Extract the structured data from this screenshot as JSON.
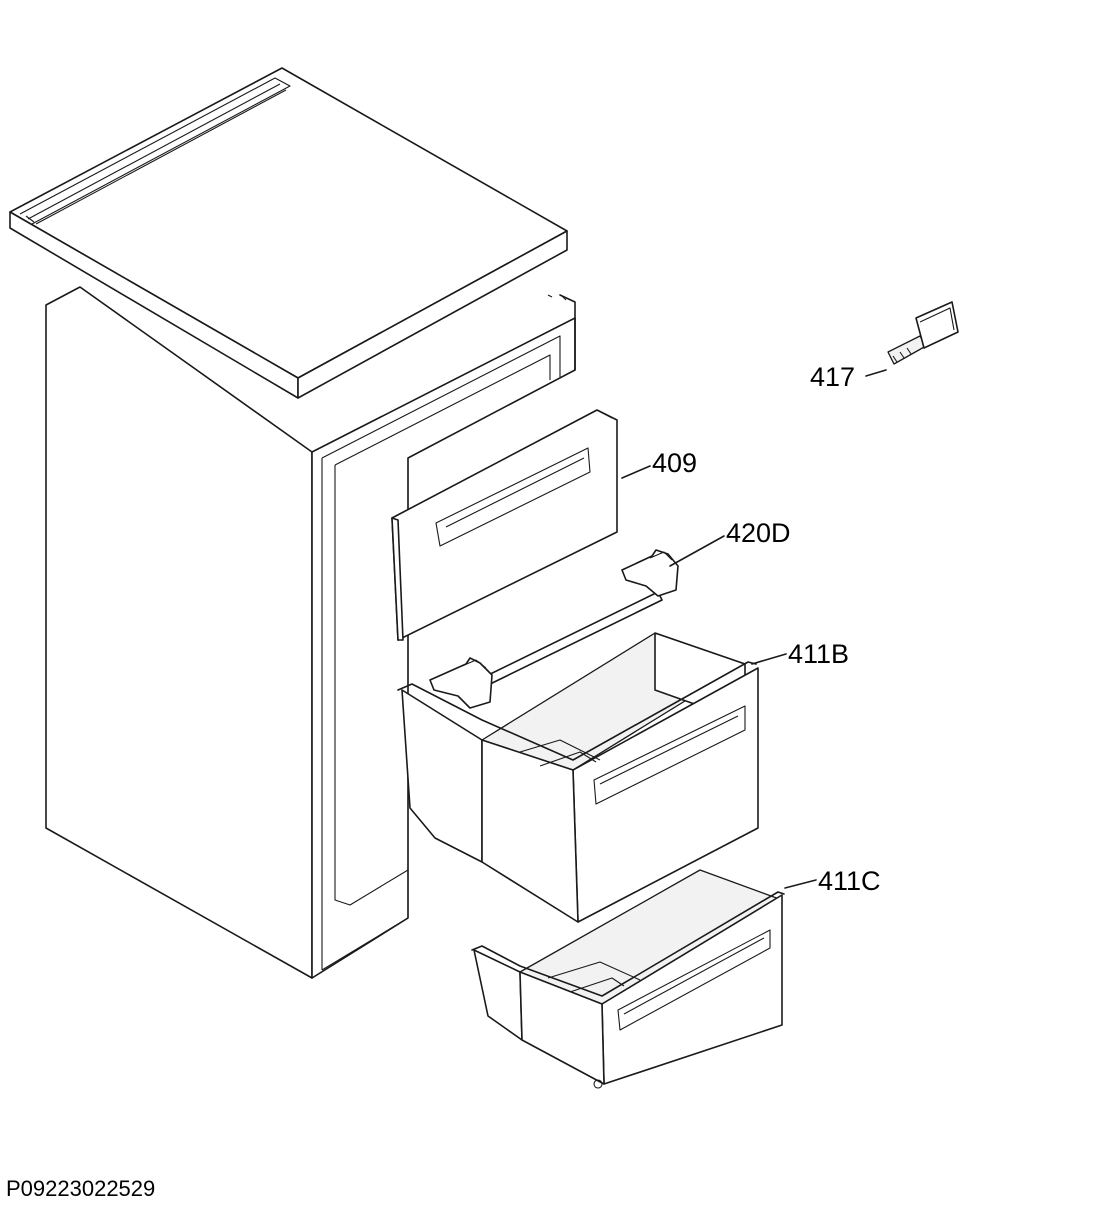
{
  "parts": [
    {
      "id": "lid",
      "label": ""
    },
    {
      "id": "cabinet",
      "label": ""
    },
    {
      "id": "flap",
      "label": "409"
    },
    {
      "id": "hinge",
      "label": "420D"
    },
    {
      "id": "drawer-upper",
      "label": "411B"
    },
    {
      "id": "drawer-lower",
      "label": "411C"
    },
    {
      "id": "key",
      "label": "417"
    }
  ],
  "labels": {
    "p417": "417",
    "p409": "409",
    "p420D": "420D",
    "p411B": "411B",
    "p411C": "411C"
  },
  "footer": {
    "code": "P09223022529"
  }
}
